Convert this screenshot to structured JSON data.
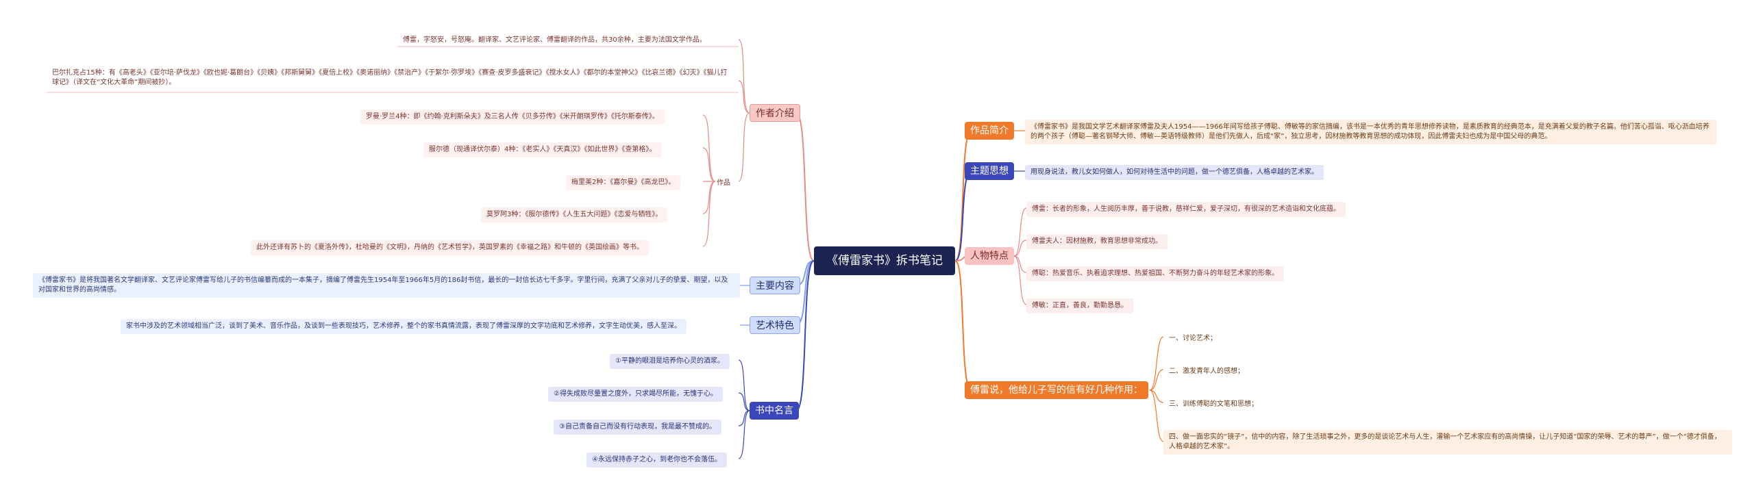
{
  "root": "《傅雷家书》拆书笔记",
  "left": {
    "author": {
      "label": "作者介绍",
      "intro": "傅雷，字怒安，号怒庵。翻译家、文艺评论家、傅雷翻译的作品，共30余种，主要为法国文学作品。",
      "balzac": "巴尔扎克占15种：有《高老头》《亚尔培·萨伐龙》《欧也妮·葛朗台》《贝姨》《邦斯舅舅》《夏倍上校》《奥诺丽纳》《禁治产》《于絮尔·弥罗埃》《赛查·皮罗多盛衰记》《搅水女人》《都尔的本堂神父》《比哀兰德》《幻灭》《猫儿打球记》（译文在“文化大革命”期间被抄）。",
      "works_label": "作品",
      "works": [
        "罗曼·罗兰4种：即《约翰·克利斯朵夫》及三名人传《贝多芬传》《米开朗琪罗传》《托尔斯泰传》。",
        "服尔德（现通译伏尔泰）4种：《老实人》《天真汉》《如此世界》《查第格》。",
        "梅里美2种：《嘉尔曼》《高龙巴》。",
        "莫罗阿3种：《服尔德传》《人生五大问题》《恋爱与牺牲》。",
        "此外还译有苏卜的《夏洛外传》，杜哈曼的《文明》，丹纳的《艺术哲学》，英国罗素的《幸福之路》和牛顿的《英国绘画》等书。"
      ]
    },
    "content": {
      "label": "主要内容",
      "text": "《傅雷家书》是将我国著名文学翻译家、文艺评论家傅雷写给儿子的书信编纂而成的一本集子，摘编了傅雷先生1954年至1966年5月的186封书信，最长的一封信长达七千多字。字里行间，充满了父亲对儿子的挚爱、期望，以及对国家和世界的高尚情感。"
    },
    "feature": {
      "label": "艺术特色",
      "text": "家书中涉及的艺术领域相当广泛，谈到了美术、音乐作品，及谈到一些表现技巧，艺术修养，整个的家书真情流露，表现了傅雷深厚的文字功底和艺术修养，文字生动优美，感人至深。"
    },
    "quotes": {
      "label": "书中名言",
      "items": [
        "①平静的眼泪是培养你心灵的酒浆。",
        "②得失成败尽量置之度外，只求竭尽所能，无愧于心。",
        "③自己责备自己而没有行动表现，我是最不赞成的。",
        "④永远保持赤子之心，到老你也不会落伍。"
      ]
    }
  },
  "right": {
    "intro": {
      "label": "作品简介",
      "text": "《傅雷家书》是我国文学艺术翻译家傅雷及夫人1954——1966年间写给孩子傅聪、傅敏等的家信摘编，该书是一本优秀的青年思想修养读物，是素质教育的经典范本，是充满着父爱的教子名篇。他们苦心孤诣、呕心沥血培养的两个孩子（傅聪—著名钢琴大师、傅敏—英语特级教师）是他们先做人，后成“家”，独立思考，因材施教等教育思想的成功体现，因此傅雷夫妇也成为是中国父母的典范。"
    },
    "theme": {
      "label": "主题思想",
      "text": "用现身说法，教儿女如何做人，如何对待生活中的问题，做一个德艺俱备，人格卓越的艺术家。"
    },
    "characters": {
      "label": "人物特点",
      "items": [
        "傅雷：长者的形象，人生阅历丰厚，善于说教，慈祥仁爱，爱子深切，有很深的艺术造诣和文化底蕴。",
        "傅雷夫人：因材施教，教育思想非常成功。",
        "傅聪：热爱音乐、执着追求理想、热爱祖国、不断努力奋斗的年轻艺术家的形象。",
        "傅敏：正直，善良，勤勤恳恳。"
      ]
    },
    "purpose": {
      "label": "傅雷说，他给儿子写的信有好几种作用：",
      "items": [
        "一、讨论艺术；",
        "二、激发青年人的感想；",
        "三、训练傅聪的文笔和思想；",
        "四、做一面忠实的“镜子”，信中的内容，除了生活琐事之外，更多的是谈论艺术与人生，灌输一个艺术家应有的高尚情操，让儿子知道“国家的荣辱、艺术的尊严”，做一个“德才俱备，人格卓越的艺术家”。"
      ]
    }
  },
  "colors": {
    "pink": "#e58a86",
    "blue": "#7f9cf0",
    "navy": "#3a47b8",
    "orange": "#f07a2a"
  }
}
